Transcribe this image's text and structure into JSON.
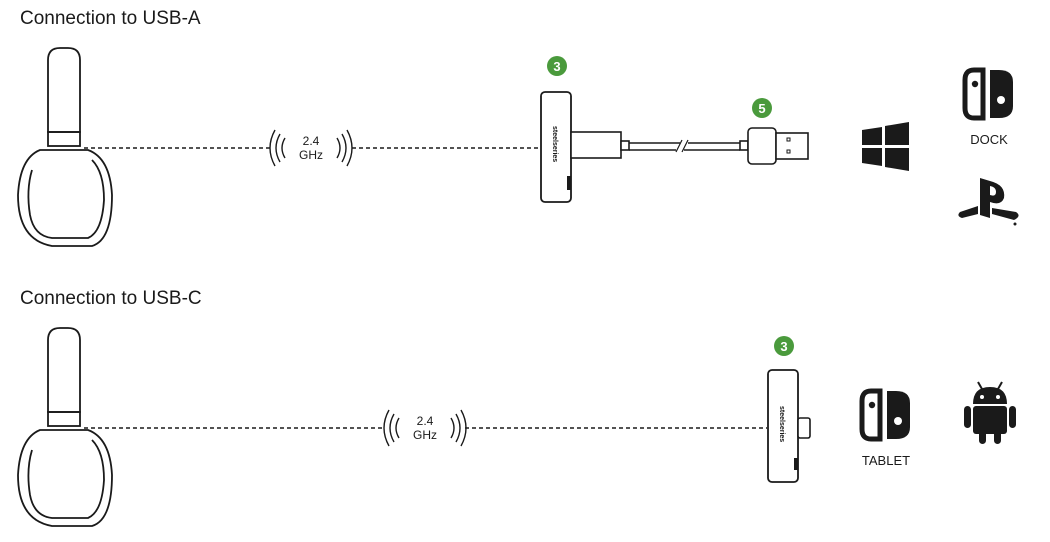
{
  "sections": [
    {
      "title": "Connection to USB-A",
      "wireless": {
        "line1": "2.4",
        "line2": "GHz"
      },
      "dongle_badge": "3",
      "cable_badge": "5",
      "dongle_brand": "steelseries",
      "devices": [
        {
          "name": "windows",
          "label": ""
        },
        {
          "name": "switch",
          "label": "DOCK"
        },
        {
          "name": "playstation",
          "label": ""
        }
      ]
    },
    {
      "title": "Connection to USB-C",
      "wireless": {
        "line1": "2.4",
        "line2": "GHz"
      },
      "dongle_badge": "3",
      "dongle_brand": "steelseries",
      "devices": [
        {
          "name": "switch",
          "label": "TABLET"
        },
        {
          "name": "android",
          "label": ""
        }
      ]
    }
  ],
  "colors": {
    "badge": "#4a9a3c",
    "line": "#1a1a1a"
  }
}
